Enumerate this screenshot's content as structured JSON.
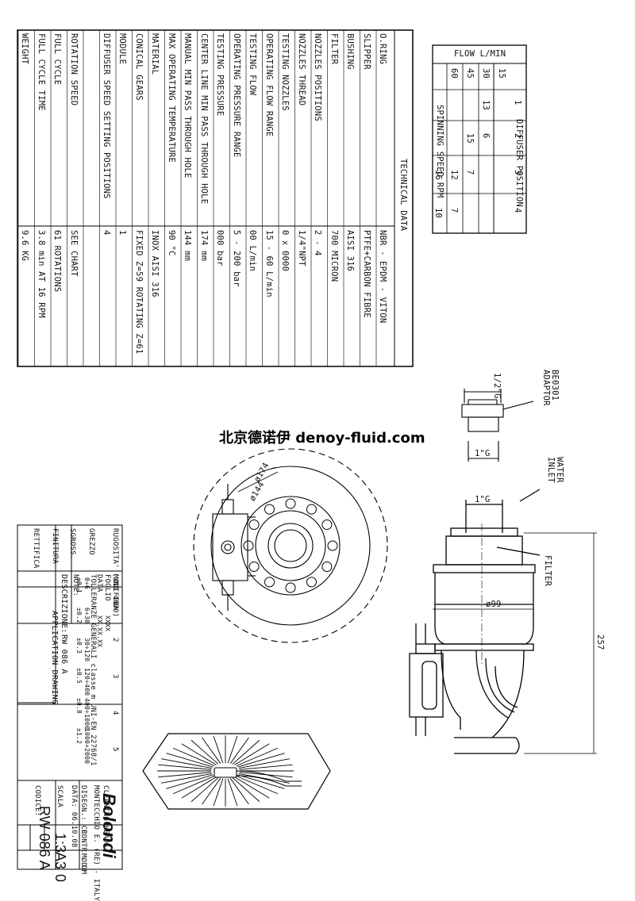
{
  "technical_data": {
    "title": "TECHNICAL DATA",
    "rows": [
      {
        "label": "O.RING",
        "value": "NBR - EPDM - VITON"
      },
      {
        "label": "SLIPPER",
        "value": "PTFE+CARBON FIBRE"
      },
      {
        "label": "BUSHING",
        "value": "AISI 316"
      },
      {
        "label": "FILTER",
        "value": "700 MICRON"
      },
      {
        "label": "NOZZLES POSITIONS",
        "value": "2 - 4"
      },
      {
        "label": "NOZZLES THREAD",
        "value": "1/4\"NPT"
      },
      {
        "label": "TESTING NOZZLES",
        "value": "0 x 0000"
      },
      {
        "label": "OPERATING FLOW RANGE",
        "value": "15 - 60 L/min"
      },
      {
        "label": "TESTING FLOW",
        "value": "00 L/min"
      },
      {
        "label": "OPERATING PRESSURE RANGE",
        "value": "5 - 200 bar"
      },
      {
        "label": "TESTING PRESSURE",
        "value": "000 bar"
      },
      {
        "label": "CENTER LINE MIN PASS THROUGH HOLE",
        "value": "174 mm"
      },
      {
        "label": "MANUAL MIN PASS THROUGH HOLE",
        "value": "144 mm"
      },
      {
        "label": "MAX OPERATING TEMPERATURE",
        "value": "90 °C"
      },
      {
        "label": "MATERIAL",
        "value": "INOX AISI 316"
      },
      {
        "label": "CONICAL GEARS",
        "value": "FIXED Z=59 ROTATING Z=61"
      },
      {
        "label": "MODULE",
        "value": "1"
      },
      {
        "label": "DIFFUSER SPEED SETTING POSITIONS",
        "value": "4"
      },
      {
        "label": "",
        "value": ""
      },
      {
        "label": "ROTATION  SPEED",
        "value": "SEE CHART"
      },
      {
        "label": "FULL CYCLE",
        "value": "61 ROTATIONS"
      },
      {
        "label": "FULL CYCLE TIME",
        "value": "3.8 min AT 16 RPM"
      },
      {
        "label": "WEIGHT",
        "value": "9.6 KG"
      }
    ]
  },
  "speed_chart": {
    "flow_header": "FLOW L/MIN",
    "diffuser_header": "DIFFUSER POSITION",
    "spinning_label": "SPINNING SPEED  RPM",
    "flows": [
      "15",
      "30",
      "45",
      "60"
    ],
    "positions": [
      "1",
      "2",
      "3",
      "4"
    ],
    "cells": [
      [
        "",
        "",
        "",
        ""
      ],
      [
        "13",
        "6",
        "",
        ""
      ],
      [
        "",
        "15",
        "7",
        ""
      ],
      [
        "",
        "",
        "12",
        "7"
      ],
      [
        "",
        "",
        "16",
        "10"
      ]
    ]
  },
  "drawing": {
    "adaptor_label": "BE0301 ADAPTOR",
    "thread_top": "1/2\"G",
    "thread_adaptor_bottom": "1\"G",
    "water_inlet": "WATER INLET",
    "thread_inlet": "1\"G",
    "filter": "FILTER",
    "dim_diameter": "ø99",
    "dim_height": "257",
    "dim_174": "ø174",
    "dim_144": "ø144"
  },
  "watermark": "北京德诺伊 denoy-fluid.com",
  "title_block": {
    "rugosita": "RUGOSITA' (UNI 4600)",
    "grezzo": "GREZZO",
    "sgross": "SGROSS.",
    "finitura": "FINITURA",
    "rettifica": "RETTIFICA",
    "modifica": "MODIFICA",
    "foglio": "FOGLIO",
    "data": "DATA",
    "mod_cols": [
      "1",
      "2",
      "3",
      "4",
      "5"
    ],
    "data_values": [
      "XXXX",
      "XX.XX.XX"
    ],
    "tolleranze": "TOLLERANZE GENERALI classe m UNI-EN 22768/1",
    "tol_ranges": [
      "0÷6",
      "6÷30",
      "30÷120",
      "120÷400",
      "400÷1000",
      "1000÷2000"
    ],
    "tol_values": [
      "±0.1",
      "±0.2",
      "±0.3",
      "±0.5",
      "±0.8",
      "±1.2"
    ],
    "note": "NOTE:",
    "descrizione_label": "DESCRIZIONE:",
    "descrizione_line1": "RW 086 A",
    "descrizione_line2": "APPLICATION DRAWING",
    "company": "Bolondi",
    "company_sub": "CLEANING HEADS",
    "location": "MONTECCHIO E. (RE) - ITALY",
    "disegn": "DISEGN.: CR",
    "contr": "CONTR.: DM",
    "mod": "MOD.",
    "data_label": "DATA: 06.10.08",
    "scala": "SCALA",
    "scale_value": "1:3",
    "format": "A3",
    "revision": "0",
    "codice": "CODICE:",
    "code_value": "RW 086 A"
  }
}
